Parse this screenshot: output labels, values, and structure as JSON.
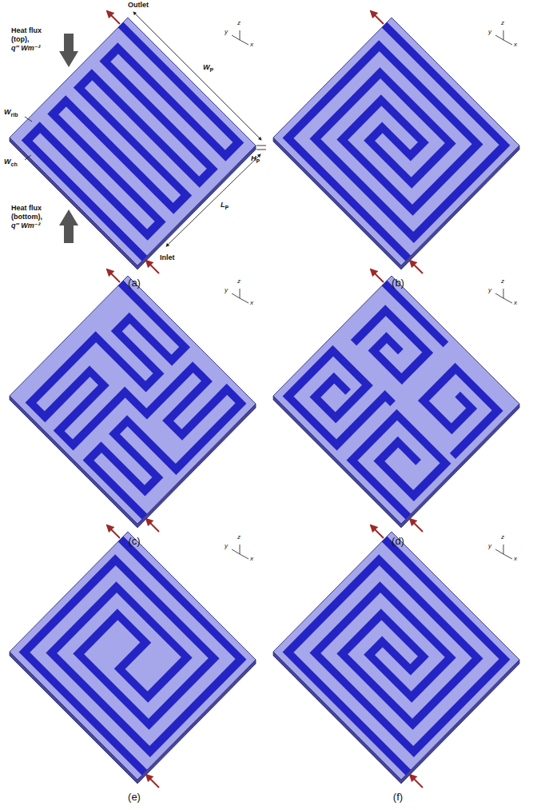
{
  "diagram": {
    "labels": [
      "Outlet",
      "Heat flux",
      "(top),",
      "q″ Wm⁻²",
      "W",
      "rib",
      "W",
      "ch",
      "W",
      "P",
      "H",
      "P",
      "L",
      "P",
      "Heat flux",
      "(bottom),",
      "q″ Wm⁻²",
      "Inlet",
      "y",
      "z",
      "x",
      "(a)",
      "y",
      "z",
      "x",
      "(b)",
      "y",
      "z",
      "x",
      "(c)",
      "y",
      "z",
      "x",
      "(d)",
      "y",
      "z",
      "x",
      "(e)",
      "y",
      "z",
      "x",
      "(f)"
    ]
  }
}
